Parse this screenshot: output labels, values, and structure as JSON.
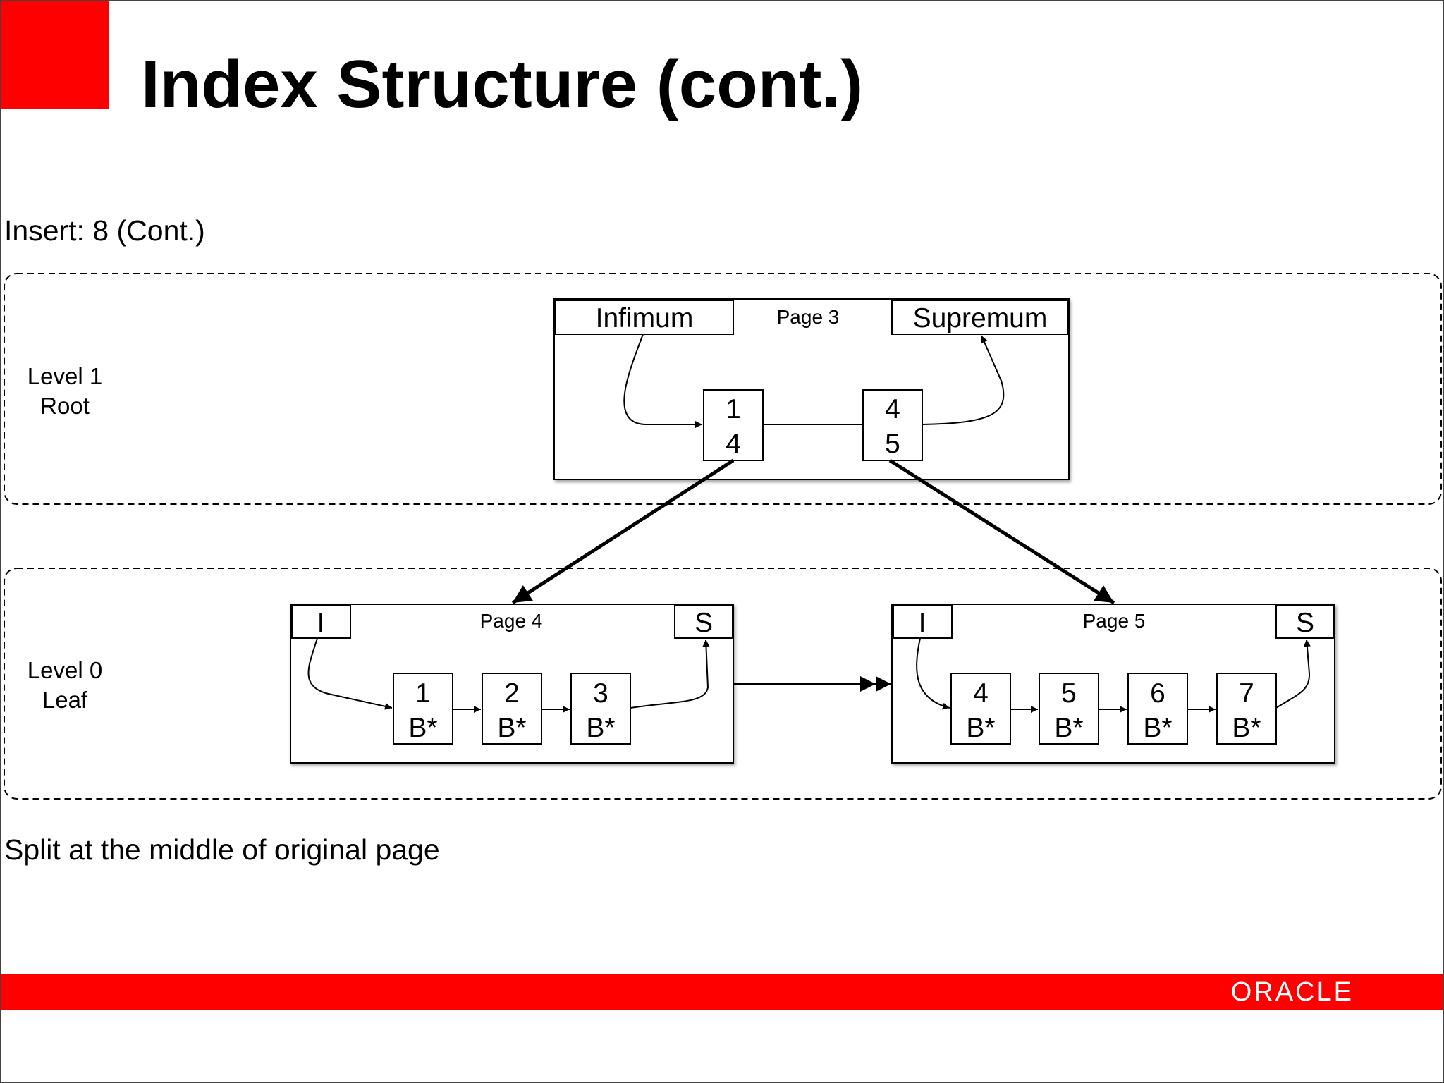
{
  "slide": {
    "title": "Index Structure (cont.)",
    "subtitle": "Insert: 8 (Cont.)",
    "caption": "Split at the middle of original page",
    "accent_color": "#ff0000"
  },
  "levels": [
    {
      "name": "Level 1",
      "role": "Root"
    },
    {
      "name": "Level 0",
      "role": "Leaf"
    }
  ],
  "root_page": {
    "label": "Page 3",
    "infimum": "Infimum",
    "supremum": "Supremum",
    "records": [
      {
        "key": "1",
        "pointer": "4"
      },
      {
        "key": "4",
        "pointer": "5"
      }
    ]
  },
  "leaf_pages": [
    {
      "label": "Page 4",
      "infimum": "I",
      "supremum": "S",
      "records": [
        {
          "key": "1",
          "value": "B*"
        },
        {
          "key": "2",
          "value": "B*"
        },
        {
          "key": "3",
          "value": "B*"
        }
      ]
    },
    {
      "label": "Page 5",
      "infimum": "I",
      "supremum": "S",
      "records": [
        {
          "key": "4",
          "value": "B*"
        },
        {
          "key": "5",
          "value": "B*"
        },
        {
          "key": "6",
          "value": "B*"
        },
        {
          "key": "7",
          "value": "B*"
        }
      ]
    }
  ],
  "footer": {
    "logo_text": "ORACLE",
    "logo_icon": "oracle-logo-icon",
    "color": "#ff0000"
  }
}
